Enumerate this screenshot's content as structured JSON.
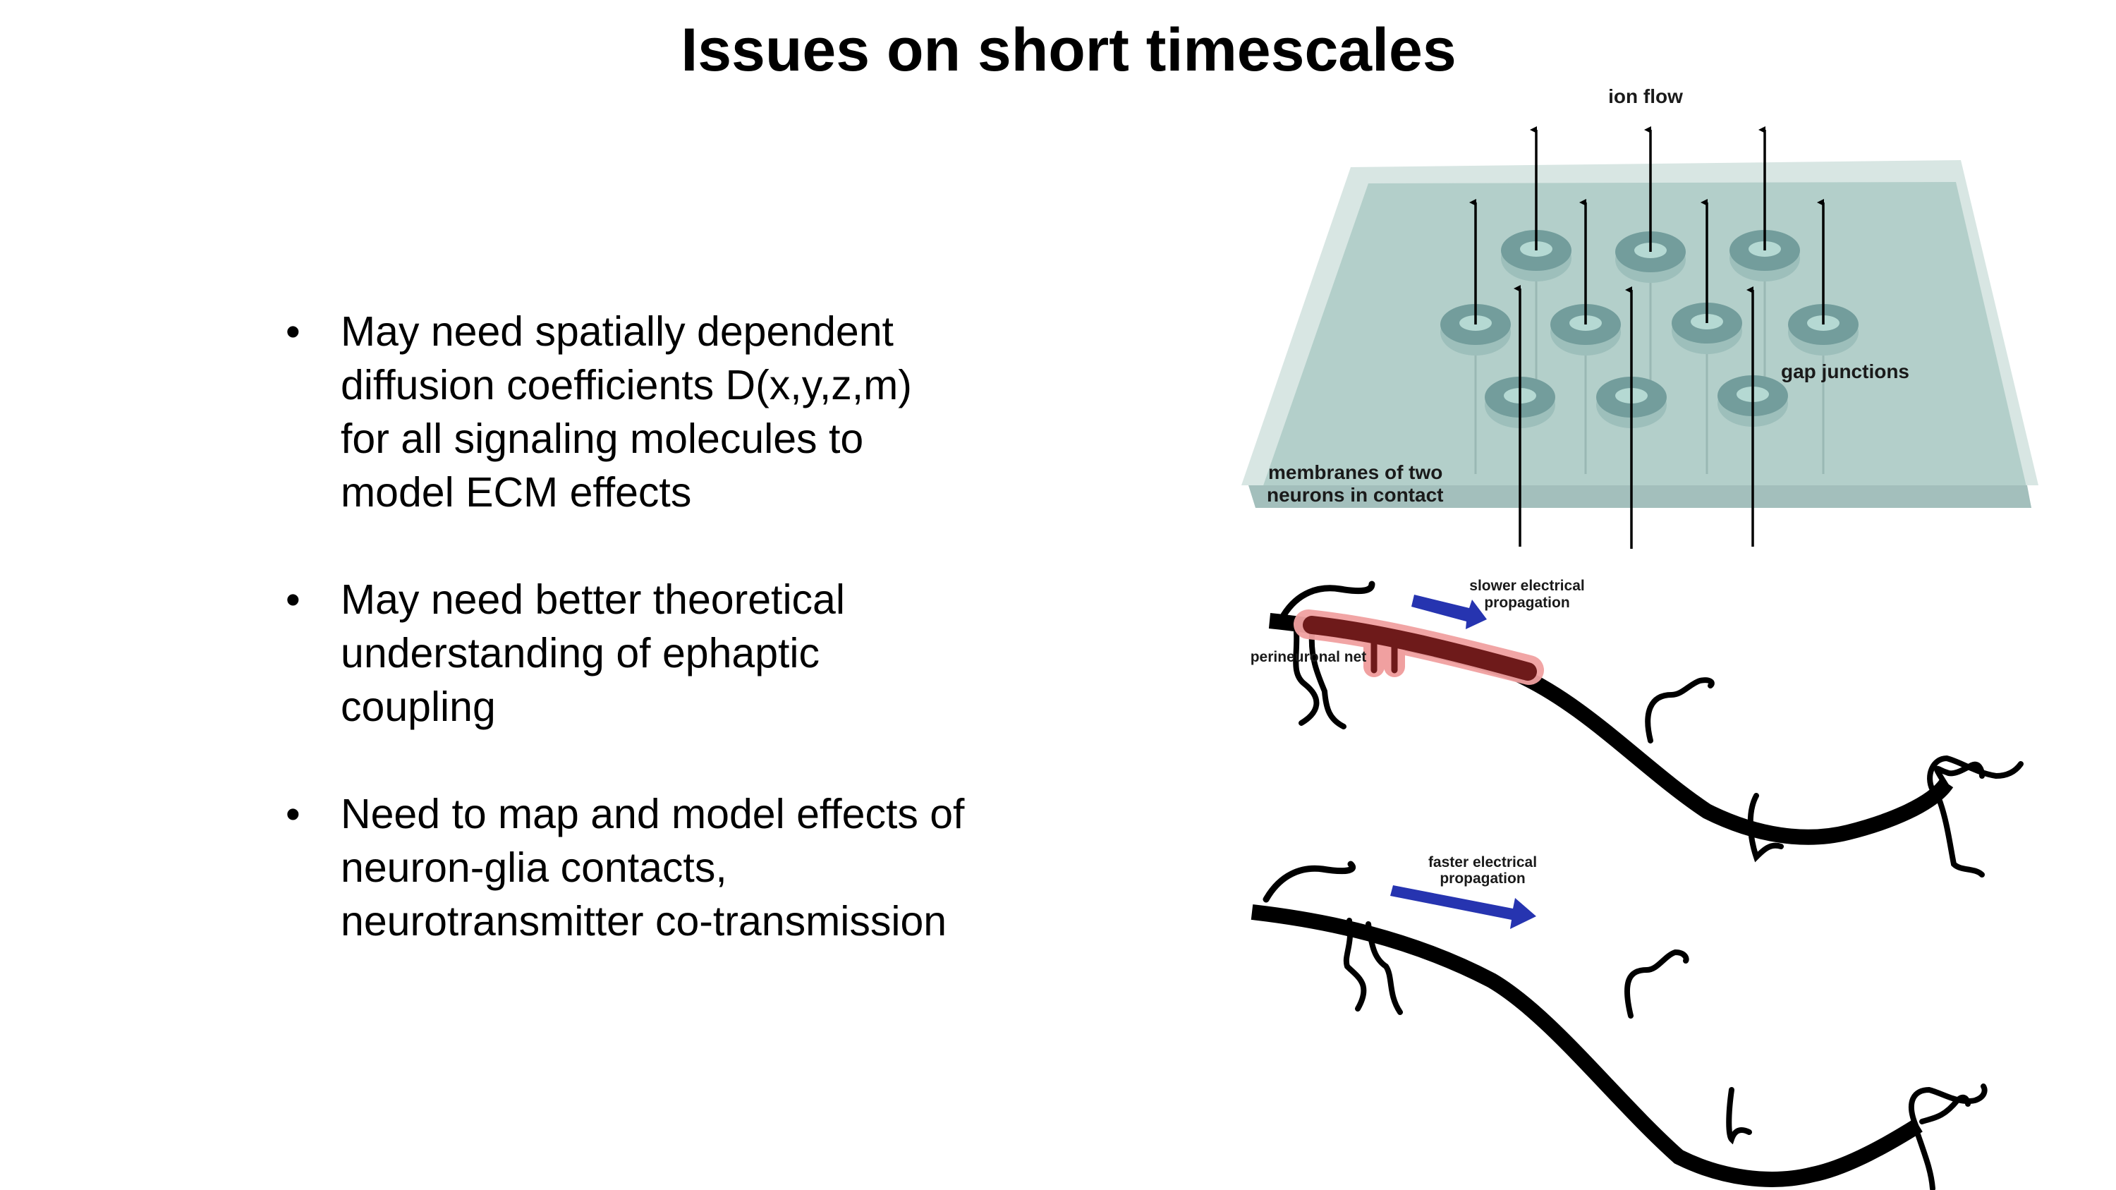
{
  "slide": {
    "title": "Issues on short timescales",
    "bullets": [
      {
        "marker": "•",
        "lines": [
          "May need spatially dependent",
          "diffusion coefficients D(x,y,z,m)",
          "for all signaling molecules to",
          "model ECM effects"
        ]
      },
      {
        "marker": "•",
        "lines": [
          "May need better theoretical",
          "understanding of ephaptic",
          "coupling"
        ]
      },
      {
        "marker": "•",
        "lines": [
          "Need to map and model effects of",
          "neuron-glia contacts,",
          "neurotransmitter co-transmission"
        ]
      }
    ]
  },
  "diagram": {
    "gap_junction_panel": {
      "ion_flow_label": "ion flow",
      "gap_junctions_label": "gap junctions",
      "membranes_label_lines": [
        "membranes of two",
        "neurons in contact"
      ],
      "junction_count": 10,
      "colors": {
        "back_membrane": "#d8e6e3",
        "front_membrane": "#b3cfca",
        "membrane_band": "#a3bfbc",
        "junction_ring": "#739d9c",
        "junction_shadow": "#9dbfbb",
        "junction_hole": "#b5d9d3",
        "arrow": "#000000"
      }
    },
    "neuron_with_net": {
      "perineuronal_net_label": "perineuronal net",
      "propagation_label_lines": [
        "slower electrical",
        "propagation"
      ],
      "colors": {
        "net_outer": "#f0a0a0",
        "net_inner": "#6e1a1a",
        "arrow": "#2634b0"
      }
    },
    "neuron_without_net": {
      "propagation_label_lines": [
        "faster electrical",
        "propagation"
      ],
      "colors": {
        "arrow": "#2634b0"
      }
    }
  }
}
